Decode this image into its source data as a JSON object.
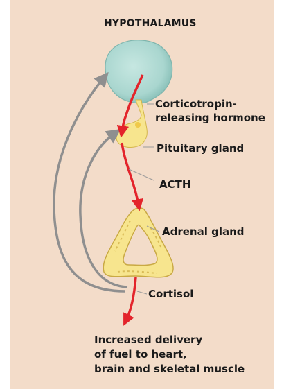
{
  "diagram": {
    "title": "HYPOTHALAMUS",
    "labels": {
      "crh_line1": "Corticotropin-",
      "crh_line2": "releasing hormone",
      "pituitary": "Pituitary gland",
      "acth": "ACTH",
      "adrenal": "Adrenal gland",
      "cortisol": "Cortisol"
    },
    "outcome": {
      "line1": "Increased delivery",
      "line2": "of fuel to heart,",
      "line3": "brain and skeletal muscle"
    },
    "colors": {
      "panel": "#f3dcc9",
      "hypothalamus": "#a9d6cf",
      "gland": "#f7e58e",
      "gland_edge": "#d4b64a",
      "hormone_arrow": "#e3242b",
      "feedback_arrow": "#8f8f8f"
    }
  }
}
